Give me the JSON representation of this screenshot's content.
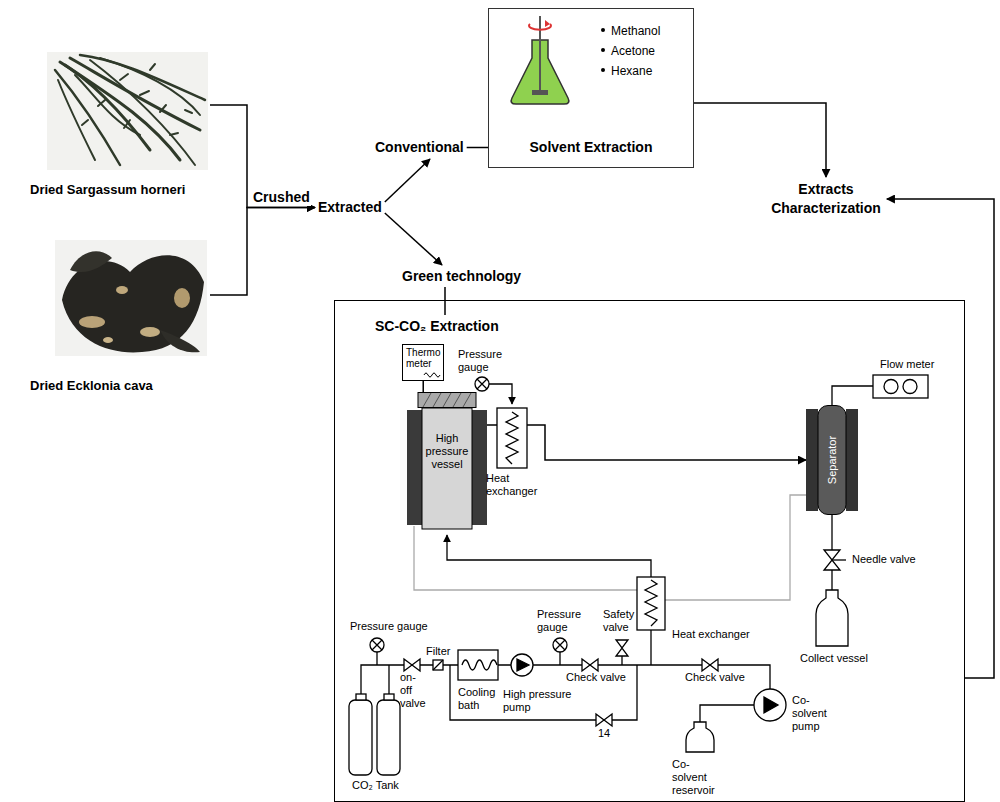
{
  "diagram": {
    "nodes": [
      {
        "text": [
          "Dried Sargassum horneri"
        ]
      },
      {
        "text": [
          "Dried Ecklonia cava"
        ]
      },
      {
        "text": [
          "Extracted"
        ]
      },
      {
        "text": [
          "Conventional"
        ]
      },
      {
        "text": [
          "Green technology"
        ]
      },
      {
        "text": [
          "Methanol",
          "Acetone",
          "Hexane",
          "Solvent Extraction"
        ]
      },
      {
        "text": [
          "Extracts Characterization"
        ]
      },
      {
        "text": [
          "SC-CO₂ Extraction"
        ]
      },
      {
        "text": [
          "Thermo meter"
        ],
        "in": 7
      },
      {
        "text": [
          "High pressure vessel"
        ],
        "in": 7
      },
      {
        "text": [
          "Separator"
        ],
        "in": 7
      }
    ],
    "edges": [
      {
        "from": 0,
        "to": 2,
        "label": "Crushed",
        "arrow": "to"
      },
      {
        "from": 1,
        "to": 2,
        "arrow": "to"
      },
      {
        "from": 2,
        "to": 3,
        "arrow": "to"
      },
      {
        "from": 2,
        "to": 4,
        "arrow": "to"
      },
      {
        "from": 3,
        "to": 5,
        "arrow": "none"
      },
      {
        "from": 5,
        "to": 6,
        "arrow": "to"
      },
      {
        "from": 4,
        "to": 7,
        "arrow": "none"
      },
      {
        "from": 7,
        "to": 6,
        "arrow": "to"
      },
      {
        "from": 8,
        "to": 9,
        "arrow": "none"
      },
      {
        "from": 9,
        "to": 10,
        "arrow": "to"
      }
    ],
    "labels": [
      "Pressure gauge",
      "Heat exchanger",
      "Flow meter",
      "Needle valve",
      "Collect vessel",
      "Pressure gauge",
      "Filter",
      "on-off valve",
      "Cooling bath",
      "High pressure pump",
      "Pressure gauge",
      "Safety valve",
      "Check valve",
      "Heat exchanger",
      "Check valve",
      "14",
      "CO₂ Tank",
      "Co-solvent reservoir",
      "Co-solvent pump"
    ]
  }
}
